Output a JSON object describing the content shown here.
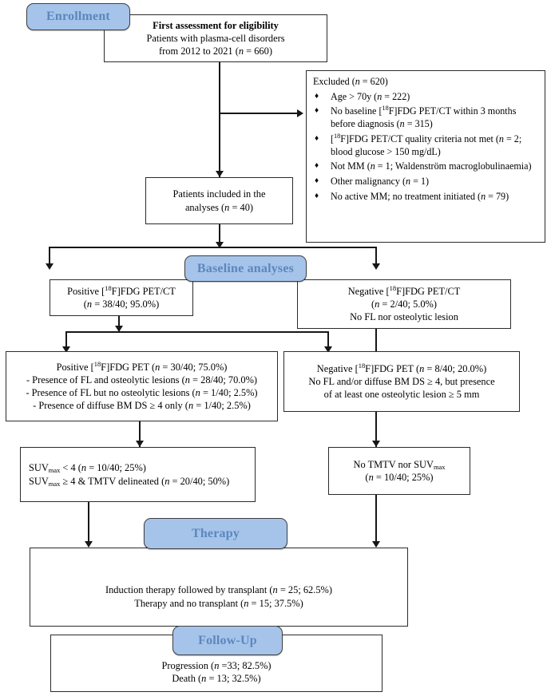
{
  "diagram": {
    "title": "Patient flow diagram — plasma-cell disorders [18F]FDG PET/CT study",
    "accent_blue_fill": "#a6c4ea",
    "accent_blue_text": "#5b87bd",
    "line_color": "#171717",
    "border_color": "#2b2b2b"
  },
  "stages": {
    "enrollment": "Enrollment",
    "baseline": "Baseline analyses",
    "therapy": "Therapy",
    "followup": "Follow-Up"
  },
  "boxes": {
    "first_assessment": {
      "heading": "First assessment for eligibility",
      "line2": "Patients with plasma-cell disorders",
      "line3_pre": "from 2012 to 2021 (",
      "line3_n": "n",
      "line3_post": " = 660)"
    },
    "excluded": {
      "heading_pre": "Excluded (",
      "heading_n": "n",
      "heading_post": " = 620)",
      "items": [
        {
          "parts": [
            {
              "t": "Age > 70y ("
            },
            {
              "t": "n",
              "i": true
            },
            {
              "t": " = 222)"
            }
          ]
        },
        {
          "parts": [
            {
              "t": "No baseline ["
            },
            {
              "t": "18",
              "sup": true
            },
            {
              "t": "F]FDG PET/CT within 3 months before diagnosis ("
            },
            {
              "t": "n",
              "i": true
            },
            {
              "t": " = 315)"
            }
          ]
        },
        {
          "parts": [
            {
              "t": "["
            },
            {
              "t": "18",
              "sup": true
            },
            {
              "t": "F]FDG PET/CT quality criteria not met ("
            },
            {
              "t": "n",
              "i": true
            },
            {
              "t": " = 2; blood glucose > 150 mg/dL)"
            }
          ]
        },
        {
          "parts": [
            {
              "t": "Not MM ("
            },
            {
              "t": "n",
              "i": true
            },
            {
              "t": " = 1; Waldenström macroglobulinaemia)"
            }
          ]
        },
        {
          "parts": [
            {
              "t": "Other malignancy ("
            },
            {
              "t": "n",
              "i": true
            },
            {
              "t": " = 1)"
            }
          ]
        },
        {
          "parts": [
            {
              "t": "No active MM; no treatment initiated ("
            },
            {
              "t": "n",
              "i": true
            },
            {
              "t": " = 79)"
            }
          ]
        }
      ]
    },
    "included": {
      "line1": "Patients included in the",
      "line2_pre": "analyses (",
      "line2_n": "n",
      "line2_post": " = 40)"
    },
    "positive_petct": {
      "line1_pre": "Positive [",
      "line1_sup": "18",
      "line1_post": "F]FDG PET/CT",
      "line2_pre": "(",
      "line2_n": "n",
      "line2_post": " = 38/40; 95.0%)"
    },
    "negative_petct": {
      "line1_pre": "Negative [",
      "line1_sup": "18",
      "line1_post": "F]FDG PET/CT",
      "line2_pre": "(",
      "line2_n": "n",
      "line2_post": " = 2/40; 5.0%)",
      "line3": "No FL nor osteolytic lesion"
    },
    "positive_pet": {
      "line1_pre": "Positive [",
      "line1_sup": "18",
      "line1_mid": "F]FDG PET (",
      "line1_n": "n",
      "line1_post": " = 30/40; 75.0%)",
      "line2_pre": "- Presence of FL and osteolytic lesions (",
      "line2_n": "n",
      "line2_post": " = 28/40; 70.0%)",
      "line3_pre": "- Presence of FL but no osteolytic lesions (",
      "line3_n": "n",
      "line3_post": " = 1/40; 2.5%)",
      "line4_pre": "- Presence of diffuse BM DS ≥ 4 only (",
      "line4_n": "n",
      "line4_post": " = 1/40; 2.5%)"
    },
    "negative_pet": {
      "line1_pre": "Negative [",
      "line1_sup": "18",
      "line1_mid": "F]FDG PET (",
      "line1_n": "n",
      "line1_post": " = 8/40; 20.0%)",
      "line2": "No FL and/or diffuse BM DS ≥ 4, but presence",
      "line3": "of at least one osteolytic lesion ≥ 5 mm"
    },
    "suvmax": {
      "line1_pre": "SUV",
      "line1_sub": "max",
      "line1_mid": " < 4 (",
      "line1_n": "n",
      "line1_post": " = 10/40; 25%)",
      "line2_pre": "SUV",
      "line2_sub": "max",
      "line2_mid": " ≥ 4 & TMTV delineated (",
      "line2_n": "n",
      "line2_post": " = 20/40; 50%)"
    },
    "no_tmtv": {
      "line1_pre": "No TMTV nor SUV",
      "line1_sub": "max",
      "line2_pre": "(",
      "line2_n": "n",
      "line2_post": " = 10/40; 25%)"
    },
    "therapy": {
      "line1_pre": "Induction therapy followed by transplant (",
      "line1_n": "n",
      "line1_post": " = 25; 62.5%)",
      "line2_pre": "Therapy and no transplant (",
      "line2_n": "n",
      "line2_post": " = 15; 37.5%)"
    },
    "followup": {
      "line1_pre": "Progression (",
      "line1_n": "n",
      "line1_post": " =33; 82.5%)",
      "line2_pre": "Death (",
      "line2_n": "n",
      "line2_post": " = 13; 32.5%)"
    }
  }
}
